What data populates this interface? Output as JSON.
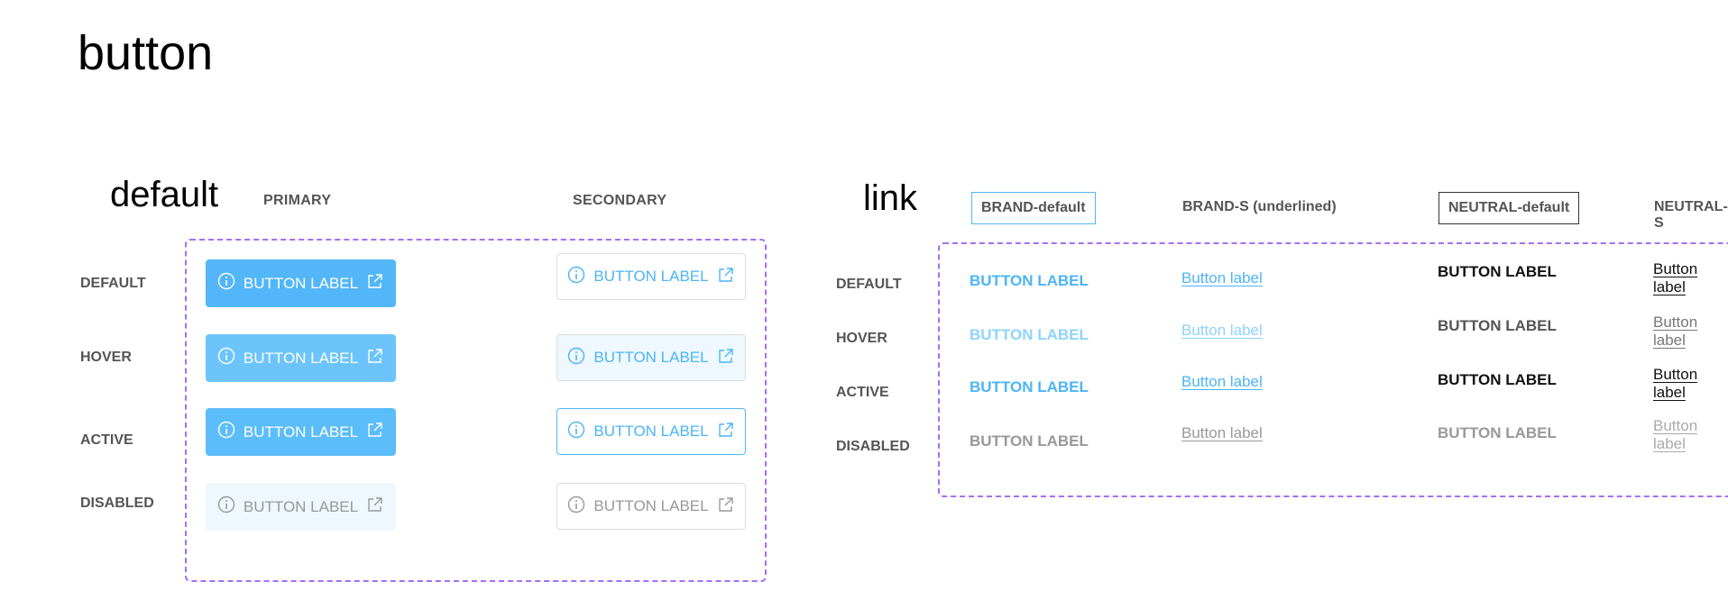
{
  "title": "button",
  "default_section": {
    "title": "default",
    "columns": [
      "PRIMARY",
      "SECONDARY"
    ],
    "rows": [
      "DEFAULT",
      "HOVER",
      "ACTIVE",
      "DISABLED"
    ],
    "button_label": "BUTTON LABEL"
  },
  "link_section": {
    "title": "link",
    "columns": [
      "BRAND-default",
      "BRAND-S (underlined)",
      "NEUTRAL-default",
      "NEUTRAL-S"
    ],
    "rows": [
      "DEFAULT",
      "HOVER",
      "ACTIVE",
      "DISABLED"
    ],
    "upper_label": "BUTTON LABEL",
    "lower_label": "Button label"
  },
  "colors": {
    "brand": "#52b6f9",
    "purple": "#a66ef5"
  }
}
